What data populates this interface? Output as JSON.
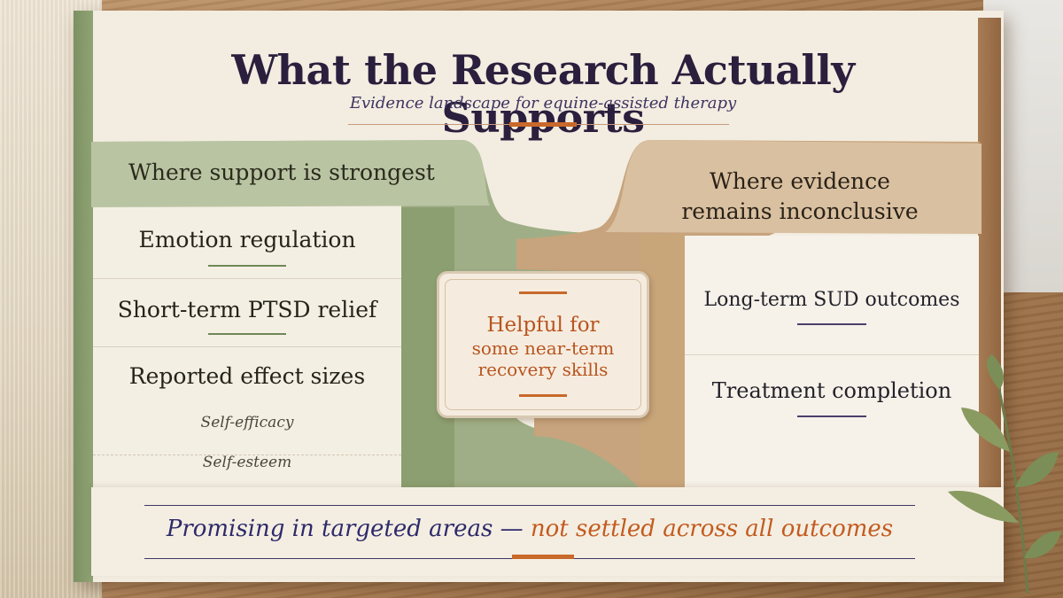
{
  "title": "What the Research Actually Supports",
  "subtitle": "Evidence landscape for equine-assisted therapy",
  "left": {
    "heading": "Where support is strongest",
    "items": [
      "Emotion regulation",
      "Short-term PTSD relief",
      "Reported effect sizes"
    ],
    "sub_items": [
      "Self-efficacy",
      "Self-esteem"
    ]
  },
  "right": {
    "heading_line1": "Where evidence",
    "heading_line2": "remains inconclusive",
    "items": [
      "Long-term SUD outcomes",
      "Treatment completion"
    ]
  },
  "center": {
    "line1": "Helpful for",
    "line2": "some near-term",
    "line3": "recovery skills"
  },
  "banner": {
    "part1": "Promising in targeted areas —",
    "part2": "not settled across all outcomes"
  },
  "colors": {
    "sage": "#8fa374",
    "tan": "#c9a57a",
    "accent_orange": "#c8692b",
    "navy": "#2e2a6b"
  },
  "icons": [
    "leaf-sprig-icon"
  ]
}
